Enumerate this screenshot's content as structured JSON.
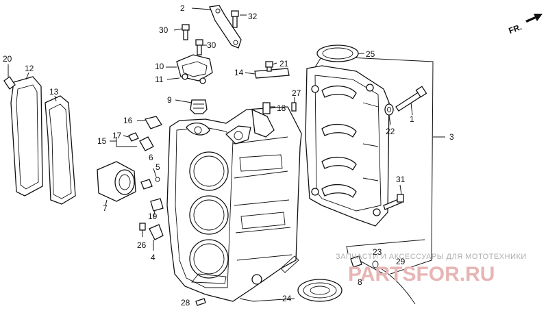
{
  "direction_label": "FR.",
  "callouts": {
    "c1": "1",
    "c2": "2",
    "c3": "3",
    "c4": "4",
    "c5": "5",
    "c6": "6",
    "c7": "7",
    "c8": "8",
    "c9": "9",
    "c10": "10",
    "c11": "11",
    "c12": "12",
    "c13": "13",
    "c14": "14",
    "c15": "15",
    "c16": "16",
    "c17": "17",
    "c18": "18",
    "c19": "19",
    "c20": "20",
    "c21": "21",
    "c22": "22",
    "c23": "23",
    "c24": "24",
    "c25": "25",
    "c26": "26",
    "c27": "27",
    "c28": "28",
    "c29": "29",
    "c30a": "30",
    "c30b": "30",
    "c31": "31",
    "c32": "32"
  },
  "watermark": {
    "tagline": "ЗАПЧАСТИ И АКСЕССУАРЫ ДЛЯ МОТОТЕХНИКИ",
    "site": "PARTSFOR.RU"
  }
}
